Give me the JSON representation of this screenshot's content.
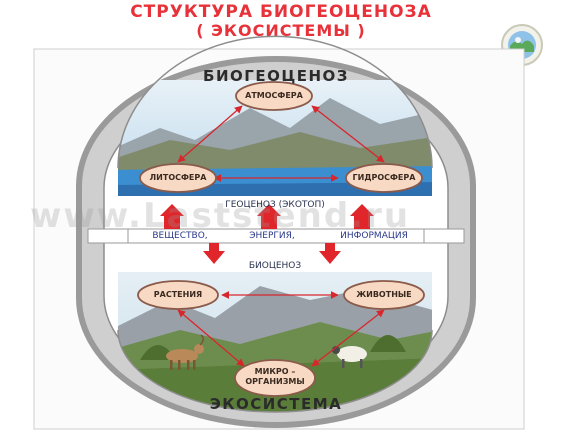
{
  "title": {
    "line1": "СТРУКТУРА    БИОГЕОЦЕНОЗА",
    "line2": "(  ЭКОСИСТЕМЫ  )"
  },
  "ring": {
    "top_label": "БИОГЕОЦЕНОЗ",
    "bottom_label": "ЭКОСИСТЕМА"
  },
  "ecotope": {
    "atmosphere": "АТМОСФЕРА",
    "lithosphere": "ЛИТОСФЕРА",
    "hydrosphere": "ГИДРОСФЕРА",
    "band_label": "ГЕОЦЕНОЗ   (ЭКОТОП)"
  },
  "exchange": {
    "substance": "ВЕЩЕСТВО,",
    "energy": "ЭНЕРГИЯ,",
    "information": "ИНФОРМАЦИЯ"
  },
  "biocenosis": {
    "band_label": "БИОЦЕНОЗ",
    "plants": "РАСТЕНИЯ",
    "animals": "ЖИВОТНЫЕ",
    "micro": "МИКРО –\nОРГАНИЗМЫ"
  },
  "watermark": "www.Laststend.ru",
  "colors": {
    "title_red": "#e8323a",
    "ring_grey": "#8a8a8a",
    "node_fill": "#f7d9c4",
    "arrow_red": "#e0262b",
    "sky_blue": "#bcd9ec",
    "water_blue": "#3b8fd0"
  }
}
